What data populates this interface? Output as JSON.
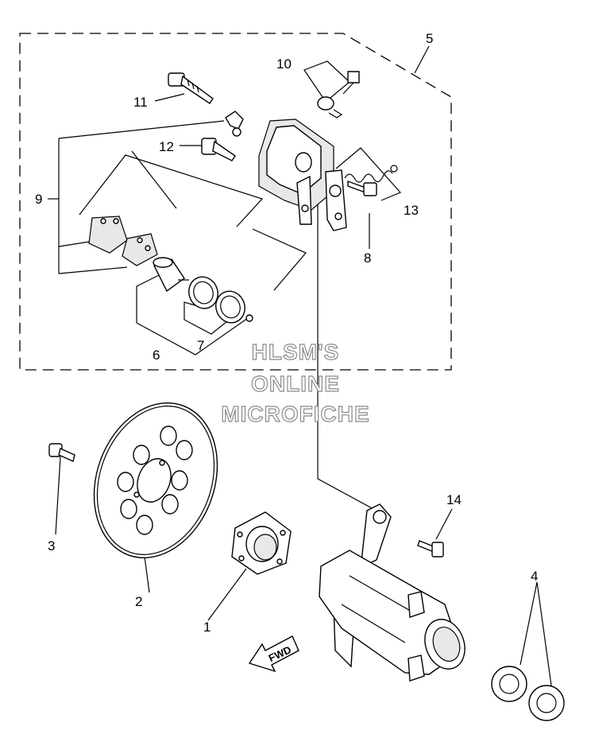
{
  "callouts": {
    "c1": "1",
    "c2": "2",
    "c3": "3",
    "c4": "4",
    "c5": "5",
    "c6": "6",
    "c7": "7",
    "c8": "8",
    "c9": "9",
    "c10": "10",
    "c11": "11",
    "c12": "12",
    "c13": "13",
    "c14": "14"
  },
  "watermark": {
    "line1": "HLSM'S",
    "line2": "ONLINE",
    "line3": "MICROFICHE"
  },
  "direction_label": "FWD"
}
